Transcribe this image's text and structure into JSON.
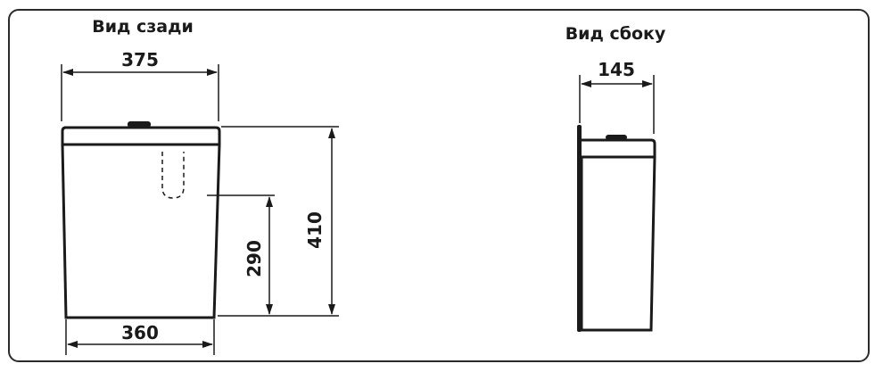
{
  "views": {
    "rear": {
      "title": "Вид сзади",
      "dim_top_width": "375",
      "dim_bottom_width": "360",
      "dim_inlet_height": "290",
      "dim_total_height": "410"
    },
    "side": {
      "title": "Вид сбоку",
      "dim_depth": "145"
    }
  },
  "colors": {
    "line": "#1a1a1a",
    "frame": "#2b2b2b"
  }
}
